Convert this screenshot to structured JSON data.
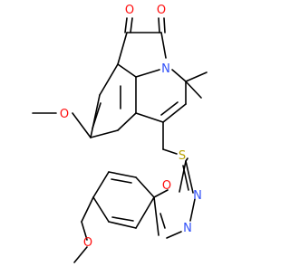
{
  "molecule": {
    "colors": {
      "bond": "#000000",
      "oxygen": "#ff0d0d",
      "nitrogen": "#3050f8",
      "sulfur": "#b8a000"
    },
    "atom_labels": {
      "o_ketone_1": "O",
      "o_ketone_2": "O",
      "n_lactam": "N",
      "o_methoxy_1": "O",
      "s_thioether": "S",
      "o_oxadiazole": "O",
      "n_oxadiazole_1": "N",
      "n_oxadiazole_2": "N",
      "o_methoxy_2": "O"
    }
  }
}
